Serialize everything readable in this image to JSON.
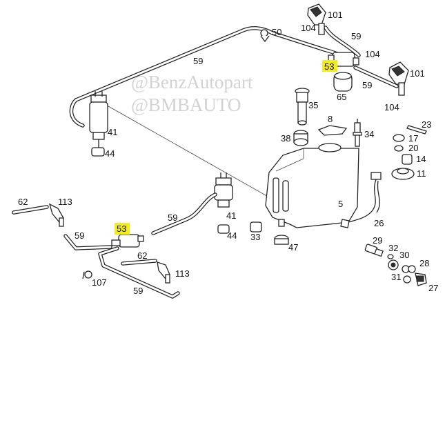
{
  "watermark": {
    "line1": "@BenzAutopart",
    "line2": "@BMBAUTO"
  },
  "callouts": {
    "p101a": "101",
    "p104a": "104",
    "p59a": "59",
    "p104b": "104",
    "p50": "50",
    "p59b": "59",
    "p53a": "53",
    "p65": "65",
    "p101b": "101",
    "p59c": "59",
    "p104c": "104",
    "p35": "35",
    "p8": "8",
    "p41a": "41",
    "p44a": "44",
    "p38": "38",
    "p34": "34",
    "p23": "23",
    "p17": "17",
    "p20": "20",
    "p14": "14",
    "p11": "11",
    "p5": "5",
    "p62a": "62",
    "p113a": "113",
    "p59d": "59",
    "p41b": "41",
    "p26": "26",
    "p53b": "53",
    "p44b": "44",
    "p33": "33",
    "p59e": "59",
    "p47": "47",
    "p29": "29",
    "p32": "32",
    "p30": "30",
    "p28": "28",
    "p62b": "62",
    "p113b": "113",
    "p107": "107",
    "p31": "31",
    "p27": "27",
    "p59f": "59"
  },
  "highlight_color": "#f3ec1c"
}
